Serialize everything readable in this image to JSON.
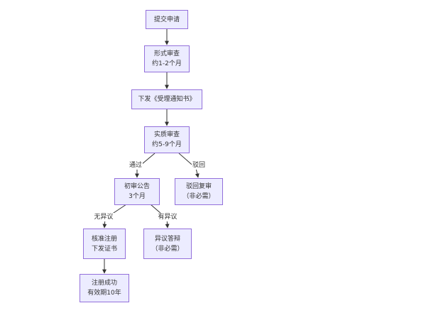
{
  "diagram": {
    "nodes": {
      "submit": {
        "line1": "提交申请",
        "line2": ""
      },
      "formal": {
        "line1": "形式审查",
        "line2": "约1-2个月"
      },
      "notice": {
        "line1": "下发《受理通知书》",
        "line2": ""
      },
      "subst": {
        "line1": "实质审查",
        "line2": "约5-9个月"
      },
      "prelim": {
        "line1": "初审公告",
        "line2": "3个月"
      },
      "reject": {
        "line1": "驳回复审",
        "line2": "（非必需）"
      },
      "approve": {
        "line1": "核准注册",
        "line2": "下发证书"
      },
      "objreply": {
        "line1": "异议答辩",
        "line2": "（非必需）"
      },
      "success": {
        "line1": "注册成功",
        "line2": "有效期10年"
      }
    },
    "edge_labels": {
      "pass": "通过",
      "reject": "驳回",
      "no_objection": "无异议",
      "objection": "有异议"
    }
  },
  "colors": {
    "node_fill": "#ECECFF",
    "node_stroke": "#9370DB",
    "edge": "#333333",
    "text": "#333333"
  }
}
